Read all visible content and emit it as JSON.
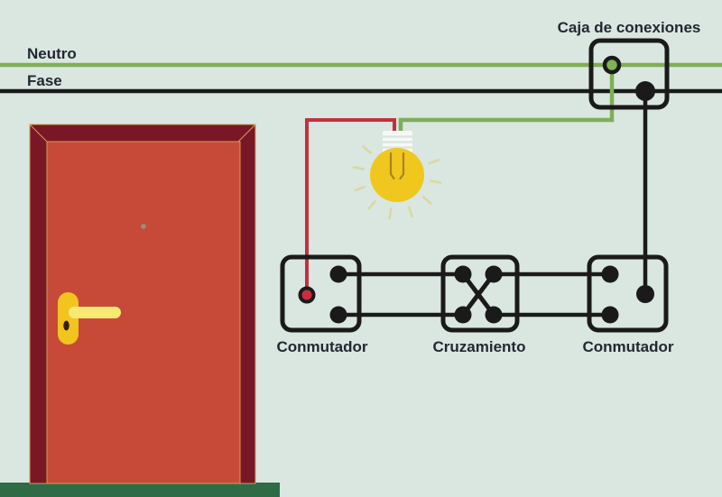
{
  "diagram": {
    "labels": {
      "neutral": "Neutro",
      "phase": "Fase",
      "junction_box": "Caja de conexiones",
      "left_switch": "Conmutador",
      "crossover": "Cruzamiento",
      "right_switch": "Conmutador"
    },
    "colors": {
      "background": "#d9e7e0",
      "floor": "#2e6b46",
      "neutral_wire": "#7fae57",
      "phase_wire": "#1a1a1a",
      "red_wire": "#c5303e",
      "red_terminal": "#cf2b3d",
      "green_terminal": "#7fb254",
      "text": "#232733",
      "door_frame": "#7a1727",
      "door_panel": "#c74a39",
      "door_trim": "#cfa14f",
      "handle": "#f2c41e",
      "handle_arm": "#f6ea72",
      "keyhole": "#332105",
      "peephole": "#8f8f8b",
      "bulb": "#f0c71e",
      "bulb_base": "#f7f8f5",
      "bulb_rays": "#ddd6a0",
      "filament": "#a3871c"
    }
  }
}
